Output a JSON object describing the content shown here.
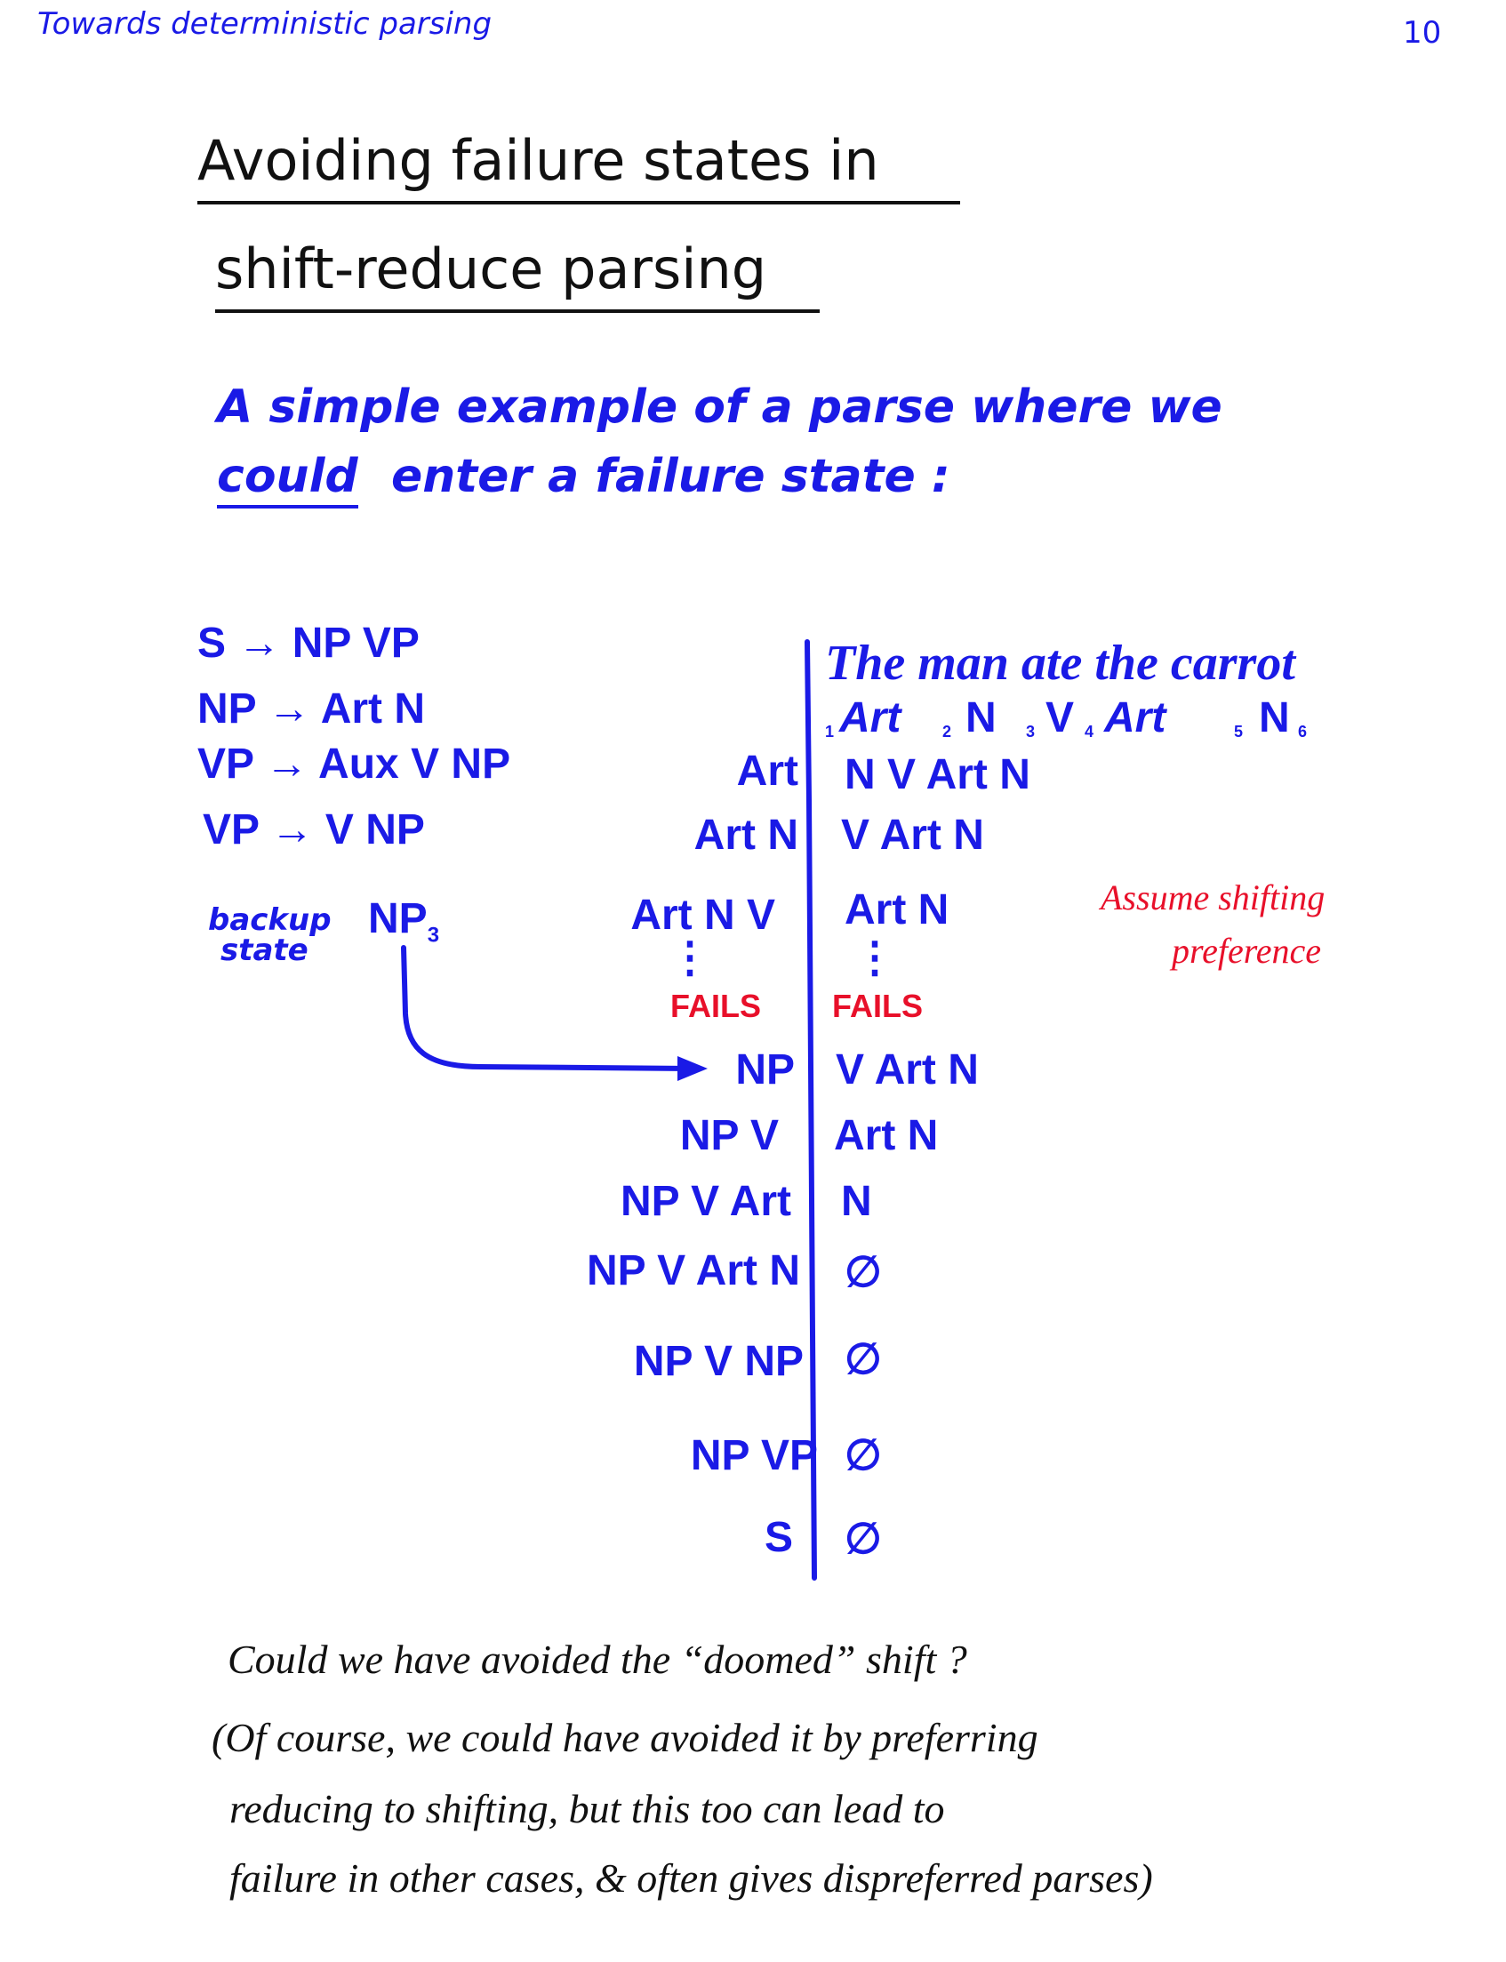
{
  "header": {
    "left": "Towards deterministic parsing",
    "page_number": "10"
  },
  "title": {
    "line1": "Avoiding failure states in",
    "line2": "shift-reduce parsing"
  },
  "intro": {
    "line1": "A simple example of a parse where we",
    "line2_emph": "could",
    "line2_rest": "enter a failure state :"
  },
  "grammar": [
    "S → NP VP",
    "NP → Art N",
    "VP → Aux V NP",
    "VP → V NP"
  ],
  "backup": {
    "label1": "backup",
    "label2": "state",
    "state": "NP",
    "sub": "3"
  },
  "sentence": "The man ate the carrot",
  "positions": [
    {
      "num": "1",
      "cat": "Art"
    },
    {
      "num": "2",
      "cat": "N"
    },
    {
      "num": "3",
      "cat": "V"
    },
    {
      "num": "4",
      "cat": "Art"
    },
    {
      "num": "5",
      "cat": "N"
    },
    {
      "num": "6",
      "cat": ""
    }
  ],
  "trace": [
    {
      "stack": "Art",
      "input": "N V Art N"
    },
    {
      "stack": "Art N",
      "input": "V Art N"
    },
    {
      "stack": "Art N V",
      "input": "Art N"
    },
    {
      "stack": "⋮",
      "input": "⋮"
    },
    {
      "stack": "FAILS",
      "input": "FAILS"
    },
    {
      "stack": "NP",
      "input": "V Art N"
    },
    {
      "stack": "NP V",
      "input": "Art N"
    },
    {
      "stack": "NP V Art",
      "input": "N"
    },
    {
      "stack": "NP V Art N",
      "input": "∅"
    },
    {
      "stack": "NP V NP",
      "input": "∅"
    },
    {
      "stack": "NP VP",
      "input": "∅"
    },
    {
      "stack": "S",
      "input": "∅"
    }
  ],
  "assumption": {
    "line1": "Assume shifting",
    "line2": "preference"
  },
  "question": "Could we have avoided the “doomed” shift ?",
  "answer": [
    "(Of course, we could have avoided it by preferring",
    "reducing to shifting, but this too can lead to",
    "failure in other cases, & often gives dispreferred parses)"
  ],
  "colors": {
    "blue_ink": "#1a1ae6",
    "red_ink": "#e8102a",
    "black_ink": "#111111"
  }
}
